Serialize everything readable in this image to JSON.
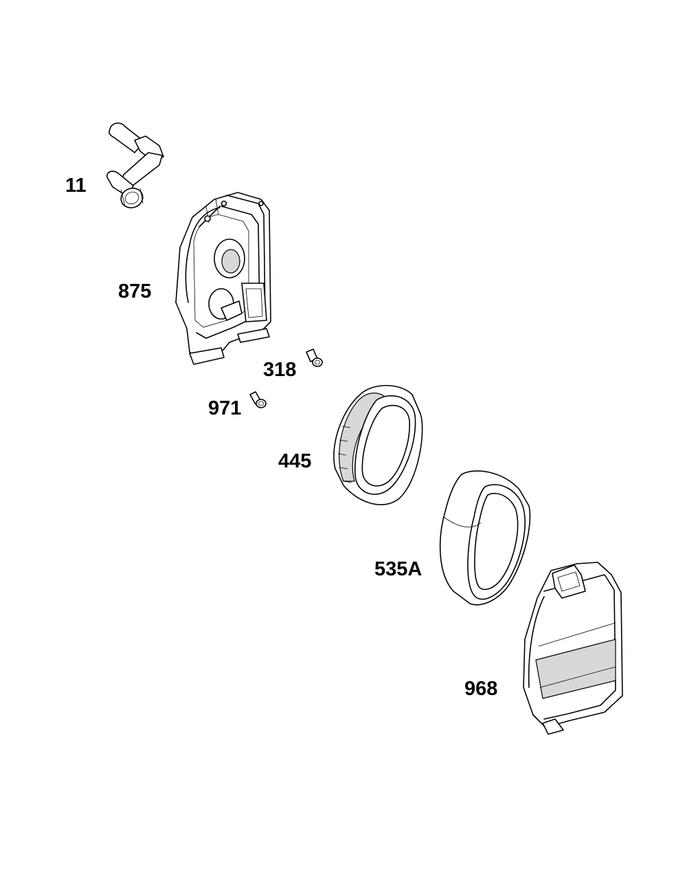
{
  "diagram": {
    "labels": {
      "breather_tube": "11",
      "air_cleaner_base": "875",
      "screw": "318",
      "bolt": "971",
      "air_filter_cartridge": "445",
      "pre_cleaner": "535A",
      "air_cleaner_cover": "968"
    }
  }
}
